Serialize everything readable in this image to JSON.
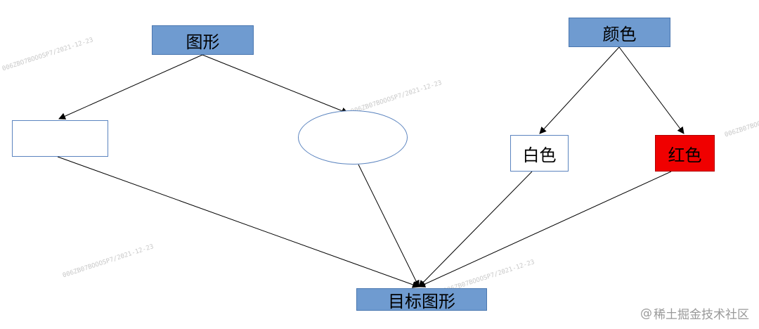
{
  "nodes": {
    "shape": "图形",
    "color": "颜色",
    "white": "白色",
    "red": "红色",
    "target": "目标图形"
  },
  "colors": {
    "node_blue": "#6f9bd0",
    "node_red": "#f00000",
    "edge": "#000000"
  },
  "watermarks": [
    "006ZBO7BOOOSP7/2021-12-23",
    "006ZB07BOOOSP7/2021-12-23",
    "006ZB07BOOOSP7/2021-12-23",
    "006ZB07BOOOSP7/2021-12-23",
    "006ZB07BOOOSP7/2021-12-23"
  ],
  "footer": {
    "at": "@",
    "brand": "稀土掘金技术社区"
  }
}
